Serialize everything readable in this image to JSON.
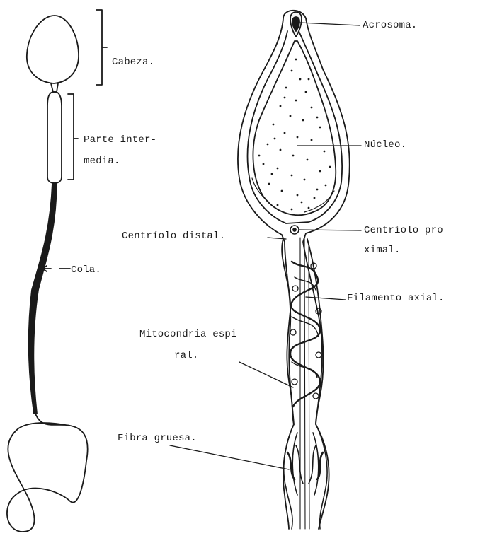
{
  "left_figure": {
    "labels": {
      "head": "Cabeza.",
      "midpiece_line1": "Parte inter-",
      "midpiece_line2": "media.",
      "tail": "Cola."
    }
  },
  "right_figure": {
    "labels": {
      "acrosome": "Acrosoma.",
      "nucleus": "Núcleo.",
      "proximal_centriole_line1": "Centríolo pro",
      "proximal_centriole_line2": "ximal.",
      "distal_centriole": "Centríolo distal.",
      "axial_filament": "Filamento axial.",
      "mitochondria_line1": "Mitocondria espi",
      "mitochondria_line2": "ral.",
      "thick_fiber": "Fibra gruesa."
    }
  },
  "colors": {
    "ink": "#1a1a1a",
    "paper": "#ffffff"
  }
}
